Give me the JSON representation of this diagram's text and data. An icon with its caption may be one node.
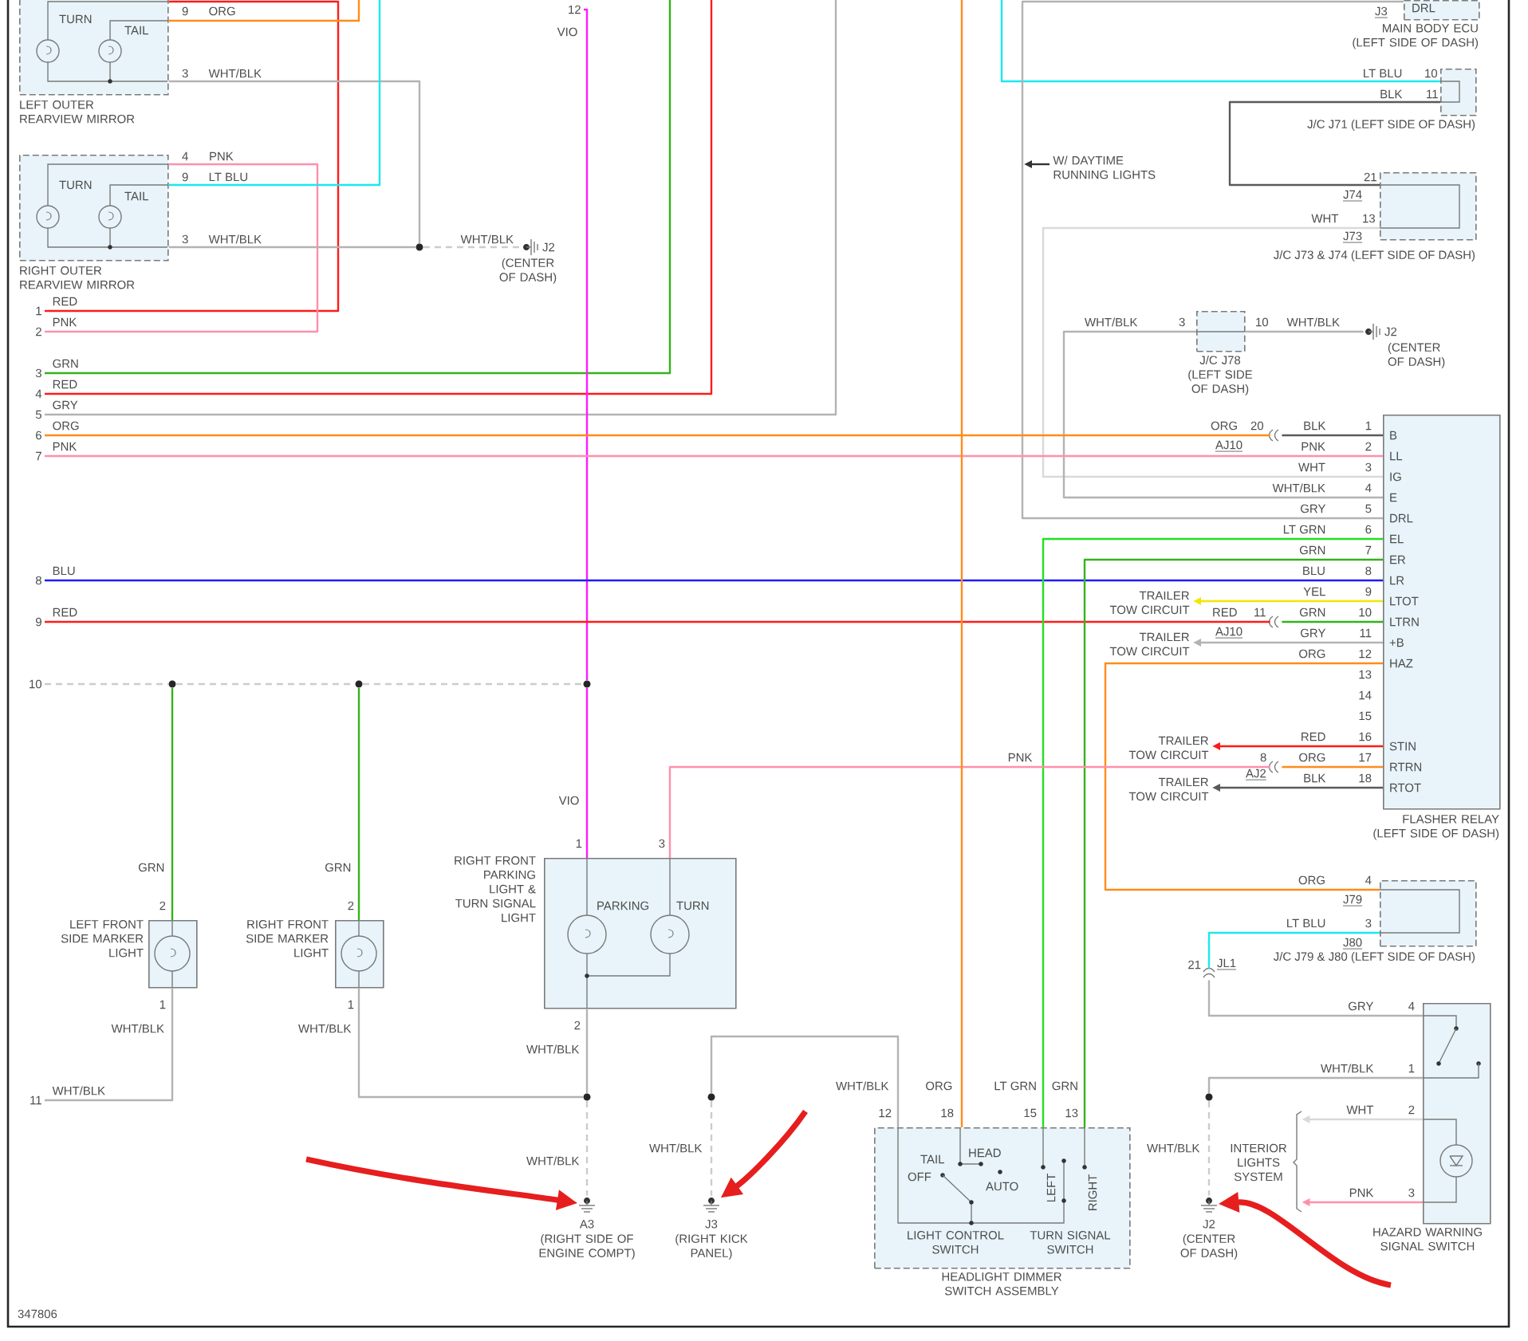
{
  "diagram": {
    "nodes": [
      {
        "text": [
          "TURN",
          "TAIL",
          "LEFT OUTER REARVIEW MIRROR"
        ]
      },
      {
        "text": [
          "12"
        ]
      },
      {
        "text": [
          "DRL",
          "MAIN BODY ECU (LEFT SIDE OF DASH)"
        ]
      },
      {
        "text": [
          "J/C J71 (LEFT SIDE OF DASH)"
        ]
      },
      {
        "text": [
          "W/ DAYTIME RUNNING LIGHTS"
        ]
      },
      {
        "text": [
          "TURN",
          "TAIL",
          "RIGHT OUTER REARVIEW MIRROR"
        ]
      },
      {
        "text": [
          "J/C J73 & J74 (LEFT SIDE OF DASH)"
        ]
      },
      {
        "text": [],
        "shape": "circle"
      },
      {
        "text": [
          "J2",
          "(CENTER OF DASH)"
        ]
      },
      {
        "text": [
          "1"
        ]
      },
      {
        "text": [
          "2"
        ]
      },
      {
        "text": [
          "J/C J78 (LEFT SIDE OF DASH)"
        ]
      },
      {
        "text": [
          "J2",
          "(CENTER OF DASH)"
        ]
      },
      {
        "text": [
          "3"
        ]
      },
      {
        "text": [
          "4"
        ]
      },
      {
        "text": [
          "5"
        ]
      },
      {
        "text": [
          "6"
        ]
      },
      {
        "text": [
          "20"
        ]
      },
      {
        "text": [
          "7"
        ]
      },
      {
        "text": [
          "B",
          "LL",
          "IG",
          "E",
          "DRL",
          "EL",
          "ER",
          "LR",
          "LTOT",
          "LTRN",
          "+B",
          "HAZ",
          "STIN",
          "RTRN",
          "RTOT",
          "FLASHER RELAY (LEFT SIDE OF DASH)"
        ]
      },
      {
        "text": [
          "8"
        ]
      },
      {
        "text": [
          "TRAILER TOW CIRCUIT"
        ]
      },
      {
        "text": [
          "9"
        ]
      },
      {
        "text": [
          "11"
        ]
      },
      {
        "text": [
          "TRAILER TOW CIRCUIT"
        ]
      },
      {
        "text": [
          "10"
        ]
      },
      {
        "text": [],
        "shape": "circle"
      },
      {
        "text": [],
        "shape": "circle"
      },
      {
        "text": [],
        "shape": "circle"
      },
      {
        "text": [
          "TRAILER TOW CIRCUIT"
        ]
      },
      {
        "text": [
          "8"
        ]
      },
      {
        "text": [
          "TRAILER TOW CIRCUIT"
        ]
      },
      {
        "text": [
          "RIGHT FRONT PARKING LIGHT & TURN SIGNAL LIGHT",
          "PARKING",
          "TURN"
        ]
      },
      {
        "text": [
          "J/C J79 & J80 (LEFT SIDE OF DASH)"
        ]
      },
      {
        "text": [
          "LEFT FRONT SIDE MARKER LIGHT"
        ]
      },
      {
        "text": [
          "RIGHT FRONT SIDE MARKER LIGHT"
        ]
      },
      {
        "text": [
          "21",
          "JL1"
        ]
      },
      {
        "text": [
          "HAZARD WARNING SIGNAL SWITCH"
        ]
      },
      {
        "text": [
          "11"
        ]
      },
      {
        "text": [],
        "shape": "circle"
      },
      {
        "text": [],
        "shape": "circle"
      },
      {
        "text": [],
        "shape": "circle"
      },
      {
        "text": [
          "TAIL",
          "HEAD",
          "OFF",
          "AUTO",
          "LEFT",
          "RIGHT",
          "LIGHT CONTROL SWITCH",
          "TURN SIGNAL SWITCH",
          "HEADLIGHT DIMMER SWITCH ASSEMBLY"
        ]
      },
      {
        "text": [
          "INTERIOR LIGHTS SYSTEM"
        ]
      },
      {
        "text": [
          "A3",
          "(RIGHT SIDE OF ENGINE COMPT)"
        ]
      },
      {
        "text": [
          "J3",
          "(RIGHT KICK PANEL)"
        ]
      },
      {
        "text": [
          "J2",
          "(CENTER OF DASH)"
        ]
      }
    ],
    "edges": [
      {
        "from": 9,
        "to": 0,
        "arrow": "none",
        "label": "RED",
        "color": "#ff1a1a"
      },
      {
        "from": 0,
        "to": null,
        "arrow": "none",
        "label": "ORG",
        "color": "#ff8c1a"
      },
      {
        "from": 0,
        "to": 7,
        "arrow": "none",
        "label": "WHT/BLK",
        "color": "#b3b3b3"
      },
      {
        "from": 10,
        "to": 5,
        "arrow": "none",
        "label": "PNK",
        "color": "#ff8fab"
      },
      {
        "from": 5,
        "to": null,
        "arrow": "none",
        "label": "LT BLU",
        "color": "#1ae8f0"
      },
      {
        "from": 5,
        "to": 7,
        "arrow": "none",
        "label": "WHT/BLK",
        "color": "#b3b3b3"
      },
      {
        "from": 7,
        "to": 8,
        "arrow": "none",
        "label": "WHT/BLK",
        "style": "dashed",
        "color": "#cccccc"
      },
      {
        "from": 13,
        "to": null,
        "arrow": "none",
        "label": "GRN",
        "color": "#33b31a"
      },
      {
        "from": 14,
        "to": null,
        "arrow": "none",
        "label": "RED",
        "color": "#ff1a1a"
      },
      {
        "from": 15,
        "to": null,
        "arrow": "none",
        "label": "GRY",
        "color": "#b3b3b3"
      },
      {
        "from": 1,
        "to": 28,
        "arrow": "none",
        "label": "VIO",
        "color": "#ff1aff"
      },
      {
        "from": null,
        "to": 3,
        "arrow": "none",
        "label": "LT BLU",
        "color": "#1ae8f0"
      },
      {
        "from": 3,
        "to": 6,
        "arrow": "none",
        "label": "BLK",
        "color": "#5a5a5a"
      },
      {
        "from": 2,
        "to": 19,
        "arrow": "none",
        "label": "GRY",
        "color": "#b3b3b3"
      },
      {
        "from": 4,
        "to": null,
        "arrow": "to",
        "color": "#333333"
      },
      {
        "from": 6,
        "to": 19,
        "arrow": "none",
        "label": "WHT",
        "color": "#d9d9d9"
      },
      {
        "from": 11,
        "to": 19,
        "arrow": "none",
        "label": "WHT/BLK",
        "color": "#b3b3b3"
      },
      {
        "from": 11,
        "to": 12,
        "arrow": "none",
        "label": "WHT/BLK",
        "color": "#b3b3b3"
      },
      {
        "from": 16,
        "to": 17,
        "arrow": "none",
        "label": "ORG",
        "color": "#ff8c1a"
      },
      {
        "from": 17,
        "to": 19,
        "arrow": "none",
        "label": "BLK",
        "color": "#5a5a5a"
      },
      {
        "from": 18,
        "to": 19,
        "arrow": "none",
        "label": "PNK",
        "color": "#ff8fab"
      },
      {
        "from": 20,
        "to": 19,
        "arrow": "none",
        "label": "BLU",
        "color": "#1a1aff"
      },
      {
        "from": 22,
        "to": 23,
        "arrow": "none",
        "label": "RED",
        "color": "#ff1a1a"
      },
      {
        "from": 23,
        "to": 19,
        "arrow": "none",
        "label": "GRN",
        "color": "#33b31a"
      },
      {
        "from": 19,
        "to": 21,
        "arrow": "to",
        "label": "YEL",
        "color": "#f0e800"
      },
      {
        "from": 19,
        "to": 24,
        "arrow": "to",
        "label": "GRY",
        "color": "#b3b3b3"
      },
      {
        "from": 19,
        "to": 29,
        "arrow": "to",
        "label": "RED",
        "color": "#ff1a1a"
      },
      {
        "from": 19,
        "to": 31,
        "arrow": "to",
        "label": "BLK",
        "color": "#5a5a5a"
      },
      {
        "from": 19,
        "to": 42,
        "arrow": "none",
        "label": "LT GRN",
        "color": "#22e022"
      },
      {
        "from": 19,
        "to": 42,
        "arrow": "none",
        "label": "GRN",
        "color": "#33b31a"
      },
      {
        "from": 19,
        "to": 33,
        "arrow": "none",
        "label": "ORG",
        "color": "#ff8c1a"
      },
      {
        "from": 32,
        "to": 30,
        "arrow": "none",
        "label": "PNK",
        "color": "#ff8fab"
      },
      {
        "from": 30,
        "to": 19,
        "arrow": "none",
        "label": "ORG",
        "color": "#ff8c1a"
      },
      {
        "from": null,
        "to": 42,
        "arrow": "none",
        "label": "ORG",
        "color": "#ff8c1a"
      },
      {
        "from": 25,
        "to": 26,
        "arrow": "none",
        "style": "dashed",
        "color": "#cccccc"
      },
      {
        "from": 26,
        "to": 27,
        "arrow": "none",
        "style": "dashed",
        "color": "#cccccc"
      },
      {
        "from": 27,
        "to": 28,
        "arrow": "none",
        "style": "dashed",
        "color": "#cccccc"
      },
      {
        "from": 26,
        "to": 34,
        "arrow": "none",
        "label": "GRN",
        "color": "#33b31a"
      },
      {
        "from": 27,
        "to": 35,
        "arrow": "none",
        "label": "GRN",
        "color": "#33b31a"
      },
      {
        "from": 28,
        "to": 32,
        "arrow": "none",
        "label": "VIO",
        "color": "#ff1aff"
      },
      {
        "from": 38,
        "to": 34,
        "arrow": "none",
        "label": "WHT/BLK",
        "color": "#b3b3b3"
      },
      {
        "from": 35,
        "to": 39,
        "arrow": "none",
        "label": "WHT/BLK",
        "color": "#b3b3b3"
      },
      {
        "from": 32,
        "to": 39,
        "arrow": "none",
        "label": "WHT/BLK",
        "color": "#b3b3b3"
      },
      {
        "from": 39,
        "to": 44,
        "arrow": "none",
        "label": "WHT/BLK",
        "style": "dashed",
        "color": "#cccccc"
      },
      {
        "from": 42,
        "to": 40,
        "arrow": "none",
        "label": "WHT/BLK",
        "color": "#b3b3b3"
      },
      {
        "from": 40,
        "to": 45,
        "arrow": "none",
        "label": "WHT/BLK",
        "style": "dashed",
        "color": "#cccccc"
      },
      {
        "from": 33,
        "to": 36,
        "arrow": "none",
        "label": "LT BLU",
        "color": "#1ae8f0"
      },
      {
        "from": 36,
        "to": 37,
        "arrow": "none",
        "label": "GRY",
        "color": "#b3b3b3"
      },
      {
        "from": 37,
        "to": 41,
        "arrow": "none",
        "label": "WHT/BLK",
        "color": "#b3b3b3"
      },
      {
        "from": 41,
        "to": 46,
        "arrow": "none",
        "label": "WHT/BLK",
        "style": "dashed",
        "color": "#cccccc"
      },
      {
        "from": 37,
        "to": 43,
        "arrow": "to",
        "label": "WHT",
        "color": "#d9d9d9"
      },
      {
        "from": 37,
        "to": 43,
        "arrow": "to",
        "label": "PNK",
        "color": "#ff8fab"
      },
      {
        "from": null,
        "to": 44,
        "arrow": "to",
        "style": "thick",
        "color": "#e61e1e"
      },
      {
        "from": null,
        "to": 45,
        "arrow": "to",
        "style": "thick",
        "color": "#e61e1e"
      },
      {
        "from": null,
        "to": 46,
        "arrow": "to",
        "style": "thick",
        "color": "#e61e1e"
      }
    ],
    "labels": [
      "9",
      "J3",
      "3",
      "10",
      "11",
      "4",
      "PNK",
      "9",
      "21",
      "J74",
      "13",
      "3",
      "J73",
      "3",
      "10",
      "ORG",
      "1",
      "AJ10",
      "PNK",
      "2",
      "WHT",
      "3",
      "WHT/BLK",
      "4",
      "5",
      "6",
      "7",
      "BLU",
      "8",
      "9",
      "RED",
      "10",
      "AJ10",
      "11",
      "12",
      "13",
      "14",
      "15",
      "16",
      "17",
      "AJ2",
      "18",
      "1",
      "3",
      "ORG",
      "4",
      "2",
      "2",
      "J79",
      "3",
      "J80",
      "1",
      "1",
      "4",
      "WHT/BLK",
      "2",
      "1",
      "LT GRN",
      "GRN",
      "12",
      "18",
      "15",
      "13",
      "2",
      "3",
      "347806"
    ]
  }
}
